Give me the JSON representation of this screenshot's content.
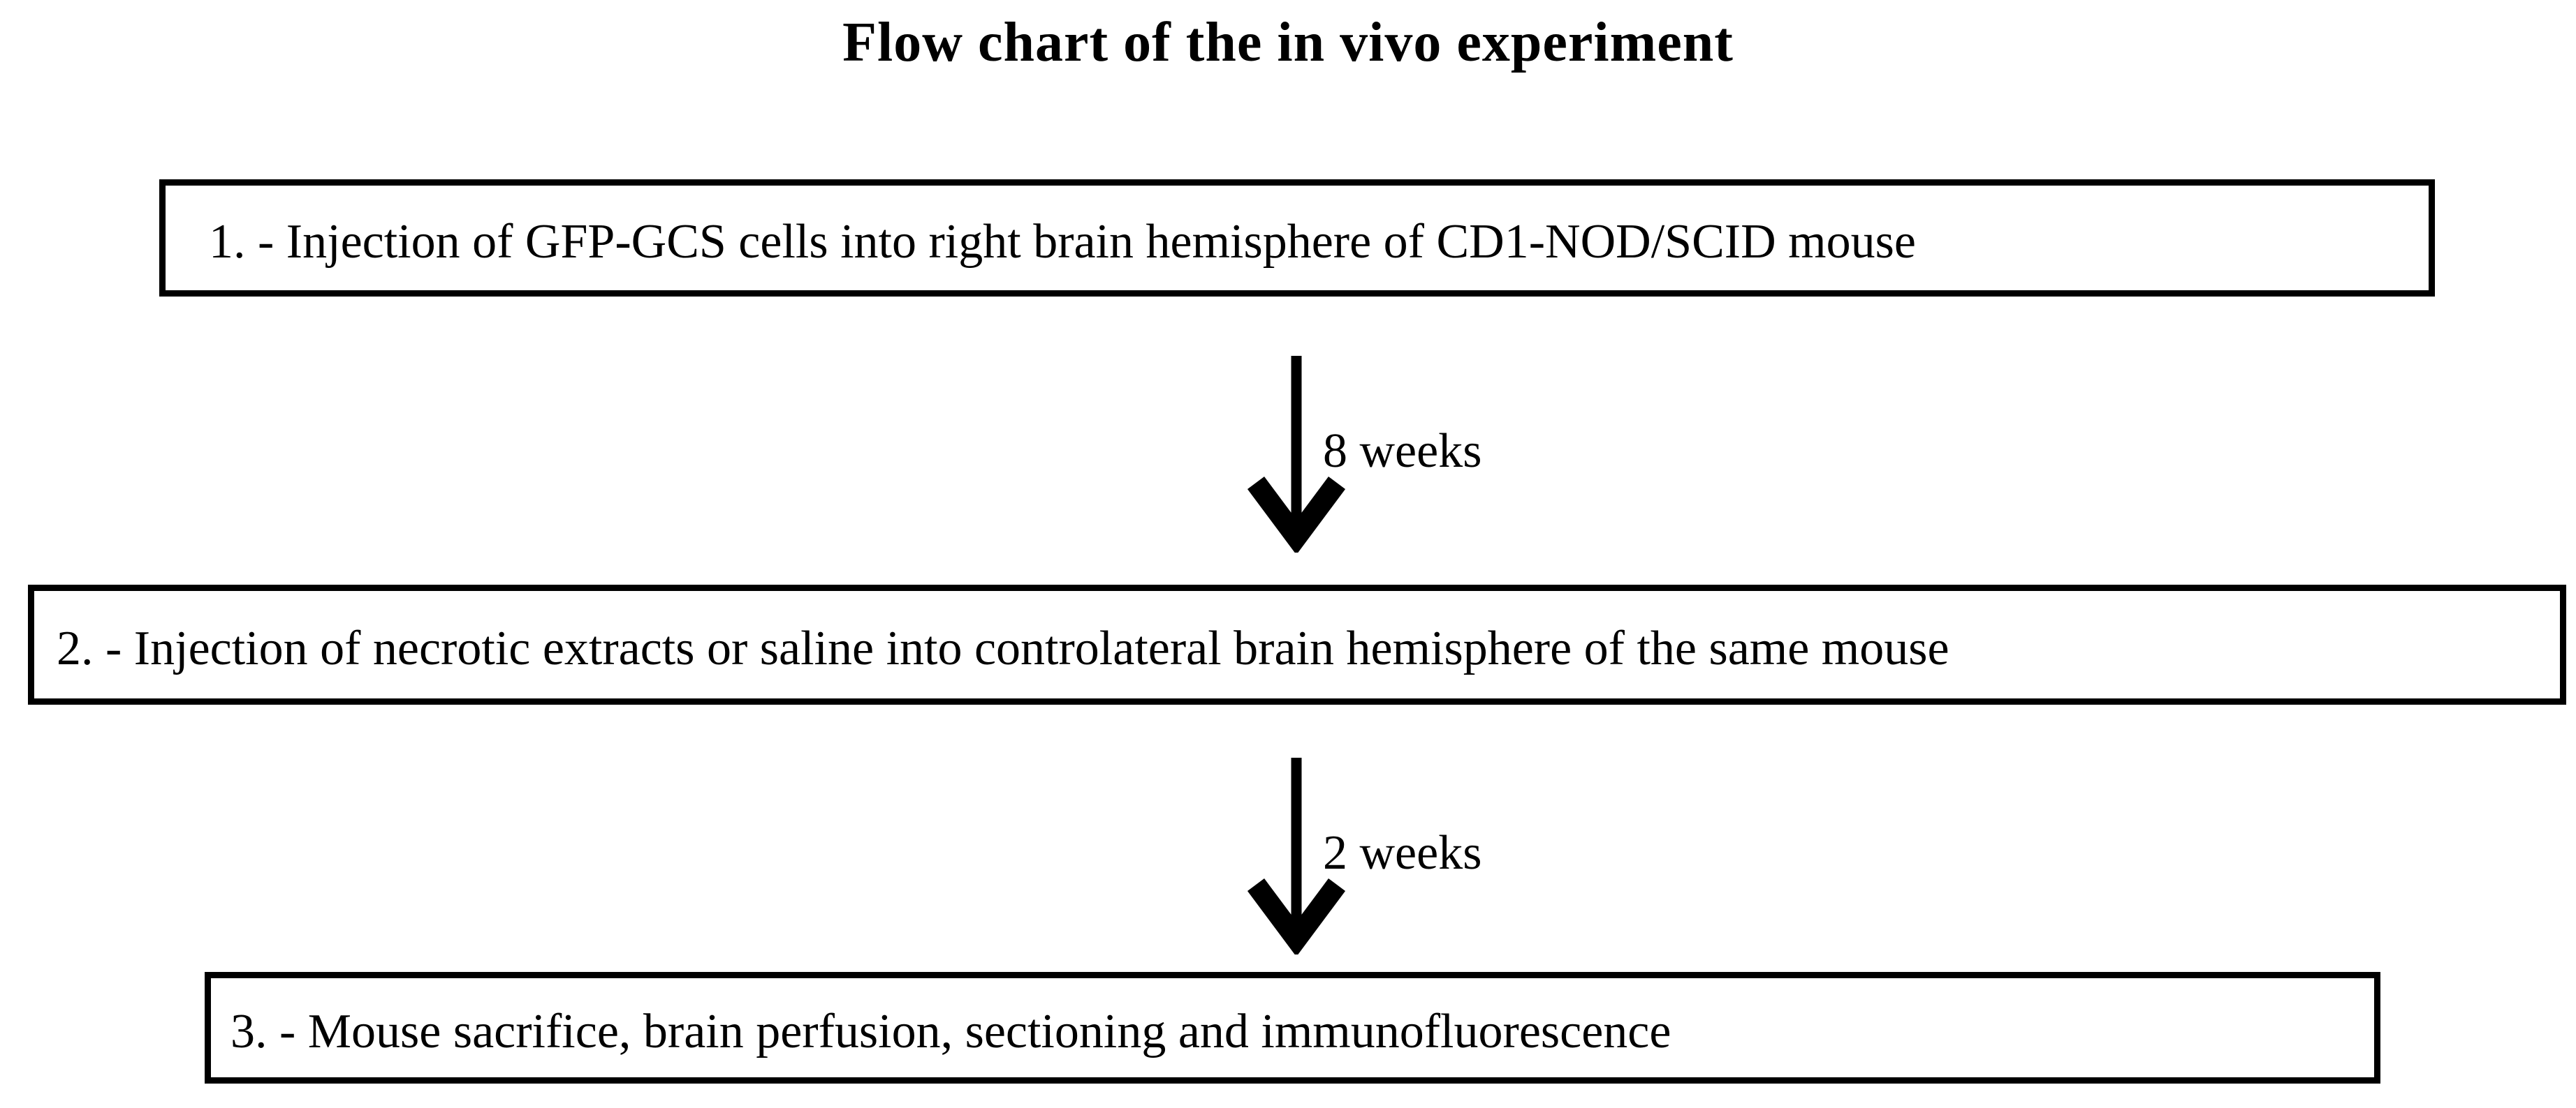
{
  "figure": {
    "title": "Flow chart of the in vivo experiment",
    "steps": [
      {
        "text": "1. - Injection of GFP-GCS cells into right brain hemisphere of CD1-NOD/SCID mouse"
      },
      {
        "text": "2. - Injection of necrotic extracts or saline into controlateral brain hemisphere of the same mouse"
      },
      {
        "text": "3. - Mouse sacrifice, brain perfusion, sectioning and immunofluorescence"
      }
    ],
    "intervals": [
      {
        "label": "8 weeks"
      },
      {
        "label": "2 weeks"
      }
    ],
    "colors": {
      "ink": "#000000",
      "background": "#ffffff"
    }
  }
}
